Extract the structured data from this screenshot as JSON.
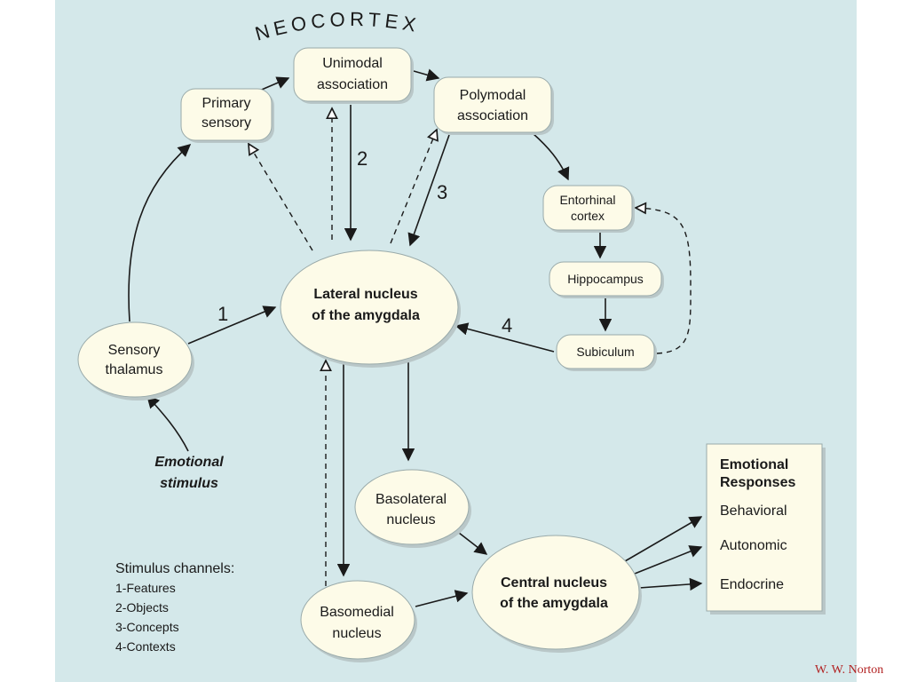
{
  "title": "NEOCORTEX",
  "nodes": {
    "primary_sensory": [
      "Primary",
      "sensory"
    ],
    "unimodal": [
      "Unimodal",
      "association"
    ],
    "polymodal": [
      "Polymodal",
      "association"
    ],
    "entorhinal": [
      "Entorhinal",
      "cortex"
    ],
    "hippocampus": "Hippocampus",
    "subiculum": "Subiculum",
    "lateral": [
      "Lateral nucleus",
      "of the amygdala"
    ],
    "sensory_thalamus": [
      "Sensory",
      "thalamus"
    ],
    "basolateral": [
      "Basolateral",
      "nucleus"
    ],
    "basomedial": [
      "Basomedial",
      "nucleus"
    ],
    "central": [
      "Central nucleus",
      "of the amygdala"
    ]
  },
  "emotional_stimulus": [
    "Emotional",
    "stimulus"
  ],
  "channel_numbers": [
    "1",
    "2",
    "3",
    "4"
  ],
  "responses": {
    "title": [
      "Emotional",
      "Responses"
    ],
    "items": [
      "Behavioral",
      "Autonomic",
      "Endocrine"
    ]
  },
  "legend": {
    "title": "Stimulus channels:",
    "items": [
      "1-Features",
      "2-Objects",
      "3-Concepts",
      "4-Contexts"
    ]
  },
  "credit": "W. W. Norton",
  "colors": {
    "panel": "#d4e8ea",
    "node_fill": "#fdfbe8",
    "node_shadow": "#b9c7c8",
    "arrow": "#1a1a1a",
    "credit": "#b22222"
  }
}
